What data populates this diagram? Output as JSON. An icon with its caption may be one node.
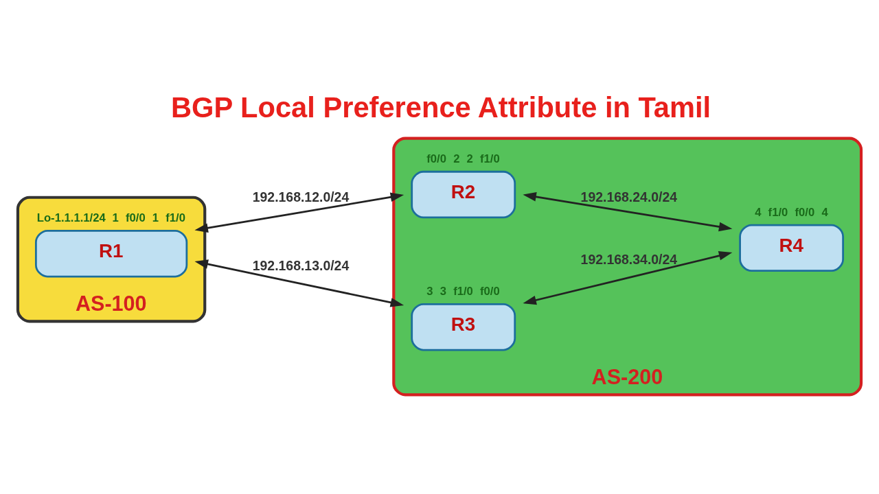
{
  "diagram": {
    "title": "BGP Local Preference Attribute in Tamil",
    "nodes": [
      {
        "text": [
          "AS-100"
        ]
      },
      {
        "text": [
          "R1"
        ],
        "in": 0,
        "beside": [
          "Lo-1.1.1.1/24",
          "1",
          "f0/0",
          "1",
          "f1/0"
        ]
      },
      {
        "text": [
          "AS-200"
        ]
      },
      {
        "text": [
          "R2"
        ],
        "in": 2,
        "beside": [
          "f0/0",
          "2",
          "2",
          "f1/0"
        ]
      },
      {
        "text": [
          "R3"
        ],
        "in": 2,
        "beside": [
          "3",
          "3",
          "f1/0",
          "f0/0"
        ]
      },
      {
        "text": [
          "R4"
        ],
        "in": 2,
        "beside": [
          "4",
          "f1/0",
          "f0/0",
          "4"
        ]
      }
    ],
    "edges": [
      {
        "from": 1,
        "to": 3,
        "arrow": "both",
        "label": "192.168.12.0/24"
      },
      {
        "from": 1,
        "to": 4,
        "arrow": "both",
        "label": "192.168.13.0/24"
      },
      {
        "from": 3,
        "to": 5,
        "arrow": "both",
        "label": "192.168.24.0/24"
      },
      {
        "from": 4,
        "to": 5,
        "arrow": "both",
        "label": "192.168.34.0/24"
      }
    ]
  }
}
